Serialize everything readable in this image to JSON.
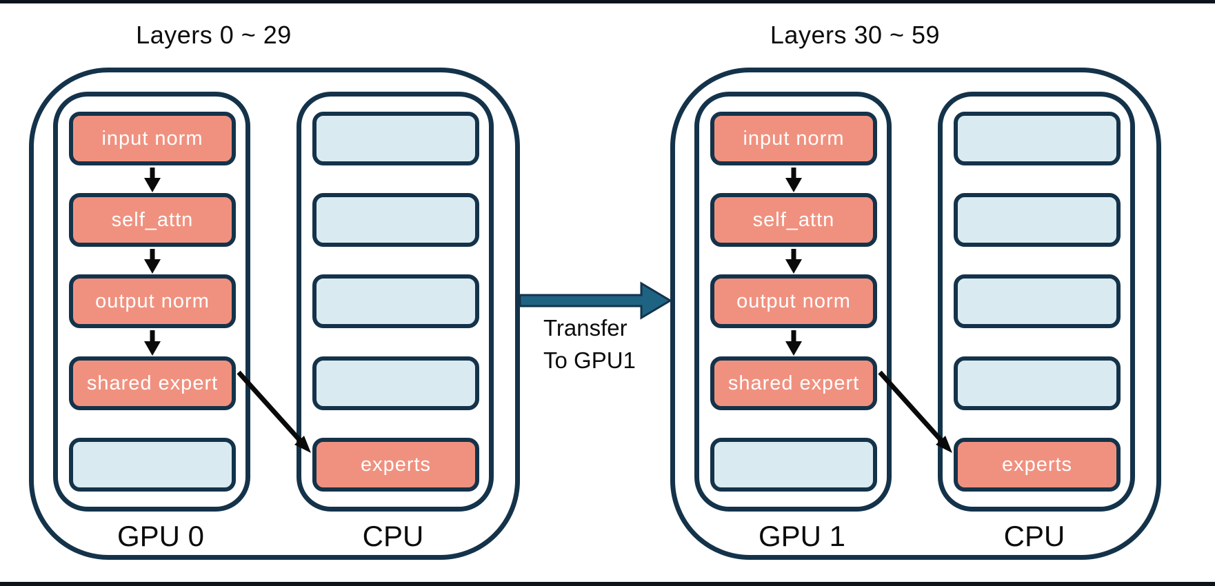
{
  "diagram": {
    "transfer": {
      "line1": "Transfer",
      "line2": "To GPU1"
    },
    "groups": [
      {
        "title": "Layers 0 ~ 29",
        "gpu": {
          "label": "GPU 0",
          "boxes": [
            {
              "label": "input norm",
              "type": "salmon"
            },
            {
              "label": "self_attn",
              "type": "salmon"
            },
            {
              "label": "output norm",
              "type": "salmon"
            },
            {
              "label": "shared expert",
              "type": "salmon"
            },
            {
              "label": "",
              "type": "blue"
            }
          ]
        },
        "cpu": {
          "label": "CPU",
          "boxes": [
            {
              "label": "",
              "type": "blue"
            },
            {
              "label": "",
              "type": "blue"
            },
            {
              "label": "",
              "type": "blue"
            },
            {
              "label": "",
              "type": "blue"
            },
            {
              "label": "experts",
              "type": "salmon"
            }
          ]
        }
      },
      {
        "title": "Layers 30 ~ 59",
        "gpu": {
          "label": "GPU 1",
          "boxes": [
            {
              "label": "input norm",
              "type": "salmon"
            },
            {
              "label": "self_attn",
              "type": "salmon"
            },
            {
              "label": "output norm",
              "type": "salmon"
            },
            {
              "label": "shared expert",
              "type": "salmon"
            },
            {
              "label": "",
              "type": "blue"
            }
          ]
        },
        "cpu": {
          "label": "CPU",
          "boxes": [
            {
              "label": "",
              "type": "blue"
            },
            {
              "label": "",
              "type": "blue"
            },
            {
              "label": "",
              "type": "blue"
            },
            {
              "label": "",
              "type": "blue"
            },
            {
              "label": "experts",
              "type": "salmon"
            }
          ]
        }
      }
    ],
    "colors": {
      "border_navy": "#14334A",
      "module_salmon": "#F0917F",
      "slot_blue": "#D9EBF1",
      "transfer_steel_blue": "#1F6383",
      "flow_arrow_black": "#0a0a0a"
    }
  }
}
